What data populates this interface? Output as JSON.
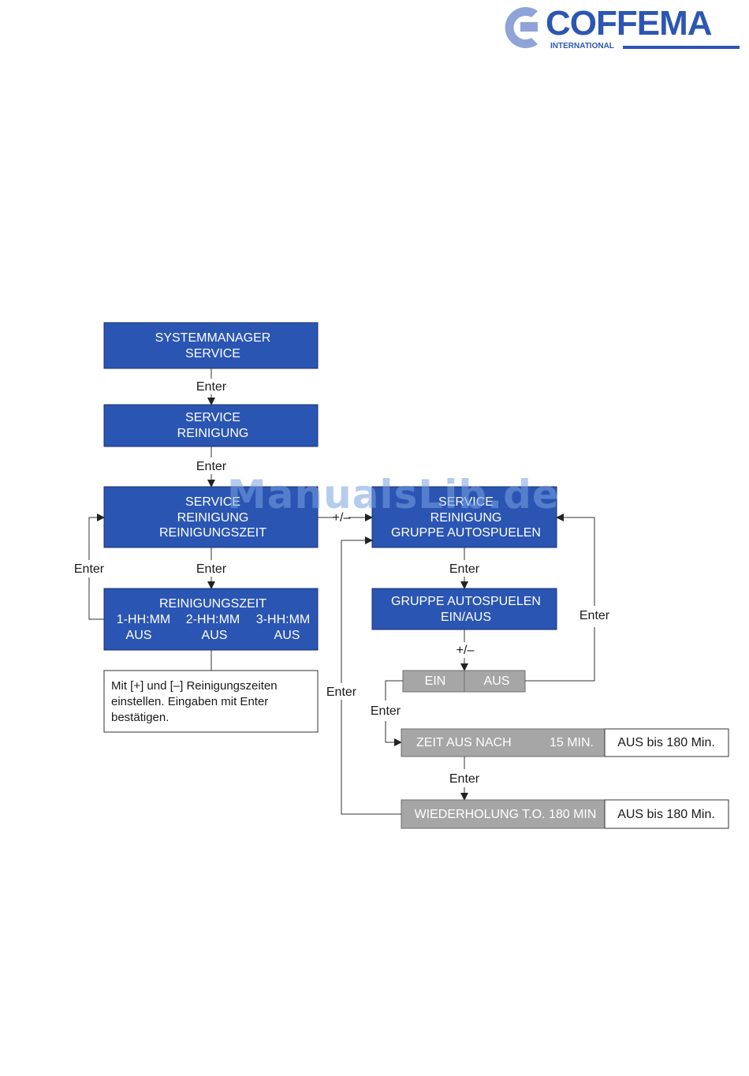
{
  "logo": {
    "name": "COFFEMA",
    "sub": "INTERNATIONAL"
  },
  "watermark": "ManualsLib.de",
  "boxes": {
    "systemmanager": [
      "SYSTEMMANAGER",
      "SERVICE"
    ],
    "service_reinigung": [
      "SERVICE",
      "REINIGUNG"
    ],
    "reinigungszeit_menu": [
      "SERVICE",
      "REINIGUNG",
      "REINIGUNGSZEIT"
    ],
    "reinigungszeit_detail": {
      "title": "REINIGUNGSZEIT",
      "slots": [
        {
          "time": "1-HH:MM",
          "state": "AUS"
        },
        {
          "time": "2-HH:MM",
          "state": "AUS"
        },
        {
          "time": "3-HH:MM",
          "state": "AUS"
        }
      ]
    },
    "note": [
      "Mit [+] und [–] Reinigungszeiten",
      "einstellen. Eingaben mit Enter",
      "bestätigen."
    ],
    "autospuelen_menu": [
      "SERVICE",
      "REINIGUNG",
      "GRUPPE AUTOSPUELEN"
    ],
    "autospuelen_detail": [
      "GRUPPE AUTOSPUELEN",
      "EIN/AUS"
    ],
    "ein": "EIN",
    "aus": "AUS",
    "zeit_aus_nach": {
      "label": "ZEIT AUS NACH",
      "value": "15 MIN.",
      "range": "AUS bis 180 Min."
    },
    "wiederholung": {
      "label": "WIEDERHOLUNG T.O. 180 MIN",
      "range": "AUS bis 180 Min."
    }
  },
  "labels": {
    "enter": "Enter",
    "plus_minus_right": "+/–",
    "plus_minus_down": "+/–"
  },
  "colors": {
    "blue_box": "#2a55b2",
    "gray_box": "#a6a6a6",
    "logo_blue": "#2d56b3"
  }
}
